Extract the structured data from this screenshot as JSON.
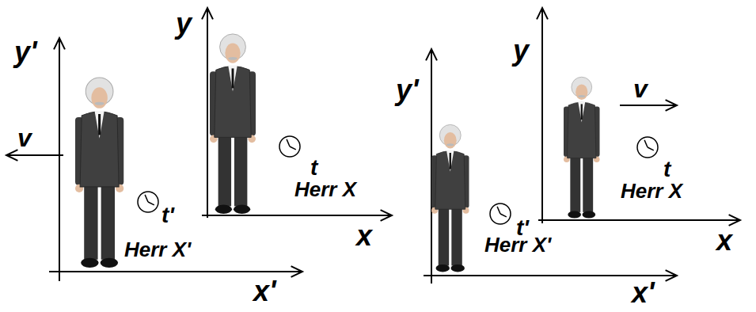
{
  "diagram": {
    "labels": [
      "y'",
      "y",
      "v",
      "t",
      "Herr X",
      "x",
      "t'",
      "Herr X'",
      "x'",
      "y",
      "y'",
      "v",
      "t",
      "Herr X",
      "x",
      "t'",
      "Herr X'",
      "x'"
    ]
  }
}
